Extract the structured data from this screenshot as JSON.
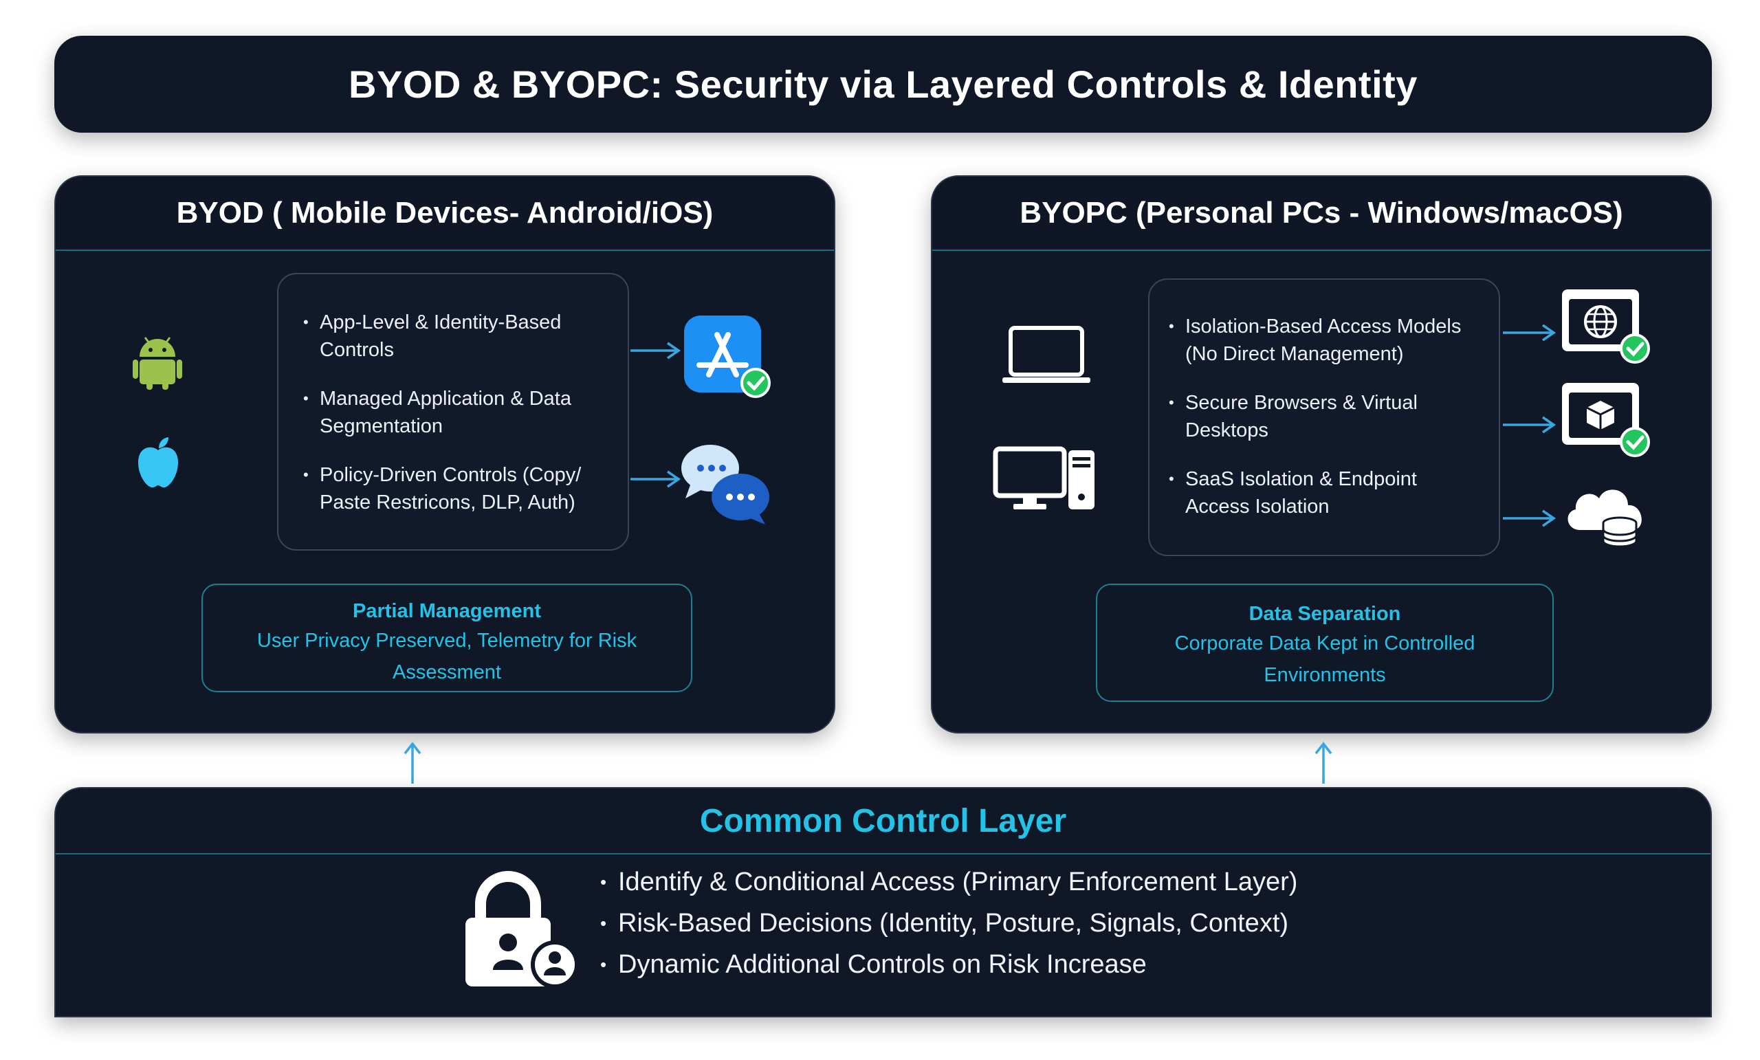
{
  "title": "BYOD & BYOPC: Security via Layered Controls & Identity",
  "byod": {
    "heading": "BYOD ( Mobile Devices- Android/iOS)",
    "platform_icons": [
      "android-icon",
      "apple-icon"
    ],
    "bullets": [
      [
        "App-Level & Identity-Based",
        "Controls"
      ],
      [
        "Managed Application & Data",
        "Segmentation"
      ],
      [
        "Policy-Driven Controls (Copy/",
        "Paste Restricons, DLP, Auth)"
      ]
    ],
    "result_icons": [
      "app-store-icon",
      "messaging-icon"
    ],
    "callout": {
      "title": "Partial Management",
      "lines": [
        "User Privacy Preserved, Telemetry for Risk",
        "Assessment"
      ]
    }
  },
  "byopc": {
    "heading": "BYOPC (Personal PCs - Windows/macOS)",
    "platform_icons": [
      "laptop-icon",
      "desktop-pc-icon"
    ],
    "bullets": [
      [
        "Isolation-Based Access Models",
        "(No Direct Management)"
      ],
      [
        "Secure Browsers & Virtual",
        "Desktops"
      ],
      [
        "SaaS Isolation & Endpoint",
        "Access Isolation"
      ]
    ],
    "result_icons": [
      "secure-browser-icon",
      "virtual-desktop-icon",
      "cloud-database-icon"
    ],
    "callout": {
      "title": "Data Separation",
      "lines": [
        "Corporate Data Kept in Controlled",
        "Environments"
      ]
    }
  },
  "common": {
    "heading": "Common Control Layer",
    "icon": "identity-lock-icon",
    "bullets": [
      "Identify & Conditional Access (Primary Enforcement Layer)",
      "Risk-Based Decisions (Identity, Posture, Signals, Context)",
      "Dynamic Additional Controls on Risk Increase"
    ]
  },
  "colors": {
    "panel": "#101828",
    "accent": "#22c3e6",
    "arrow": "#3aa6e0",
    "check": "#22c55e",
    "android": "#9bc24a",
    "apple": "#38c6f4",
    "app_store": "#1e8ff5"
  }
}
